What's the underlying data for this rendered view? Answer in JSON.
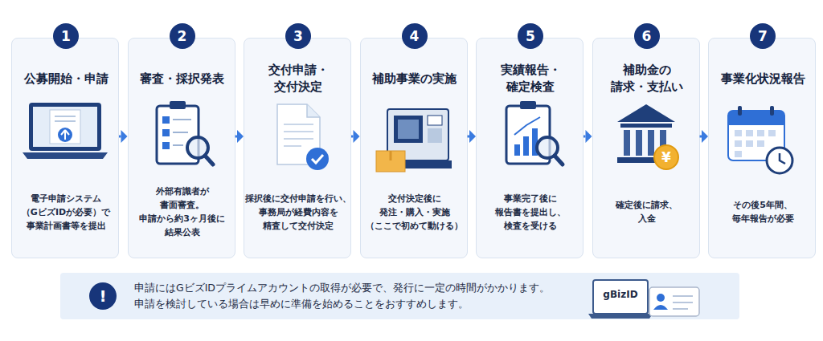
{
  "diagram": {
    "nodes": [
      {
        "text": [
          "公募開始・申請",
          "電子申請システム （GビズIDが必要）で 事業計画書等を提出"
        ]
      },
      {
        "text": [
          "1"
        ],
        "in": 0
      },
      {
        "text": [
          "審査・採択発表",
          "外部有識者が 書面審査。 申請から約3ヶ月後に 結果公表"
        ]
      },
      {
        "text": [
          "2"
        ],
        "in": 2
      },
      {
        "text": [
          "交付申請・ 交付決定",
          "採択後に交付申請を行い、 事務局が経費内容を 精査して交付決定"
        ]
      },
      {
        "text": [
          "3"
        ],
        "in": 4
      },
      {
        "text": [
          "補助事業の実施",
          "交付決定後に 発注・購入・実施 （ここで初めて動ける）"
        ]
      },
      {
        "text": [
          "4"
        ],
        "in": 6
      },
      {
        "text": [
          "実績報告・ 確定検査",
          "事業完了後に 報告書を提出し、 検査を受ける"
        ]
      },
      {
        "text": [
          "5"
        ],
        "in": 8
      },
      {
        "text": [
          "補助金の 請求・支払い",
          "確定後に請求、 入金"
        ]
      },
      {
        "text": [
          "6"
        ],
        "in": 10
      },
      {
        "text": [
          "事業化状況報告",
          "その後5年間、 毎年報告が必要"
        ]
      },
      {
        "text": [
          "7"
        ],
        "in": 12
      },
      {
        "text": [
          "申請にはGビズIDプライムアカウントの取得が必要で、発行に一定の時間がかかります。 申請を検討している場合は早めに準備を始めることをおすすめします。"
        ]
      },
      {
        "text": [
          "!"
        ],
        "in": 14
      }
    ],
    "edges": [
      {
        "from": 0,
        "to": 2,
        "arrow": "to"
      },
      {
        "from": 2,
        "to": 4,
        "arrow": "to"
      },
      {
        "from": 4,
        "to": 6,
        "arrow": "to"
      },
      {
        "from": 6,
        "to": 8,
        "arrow": "to"
      },
      {
        "from": 8,
        "to": 10,
        "arrow": "to"
      },
      {
        "from": 10,
        "to": 12,
        "arrow": "to"
      }
    ],
    "labels": [
      "¥",
      "gBizID"
    ]
  }
}
